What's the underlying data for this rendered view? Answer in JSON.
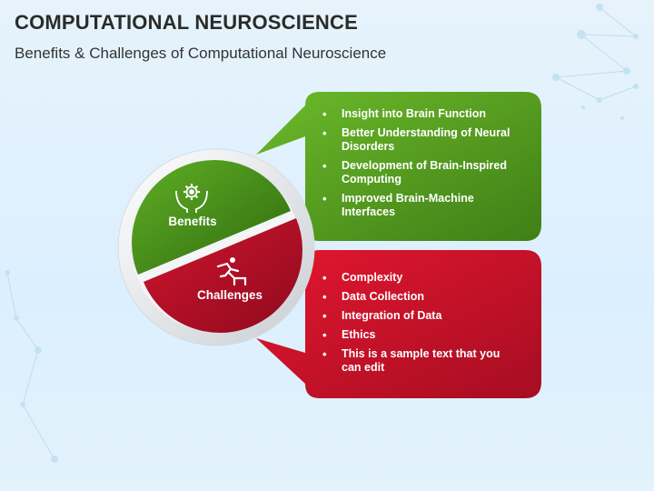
{
  "header": {
    "title": "COMPUTATIONAL NEUROSCIENCE",
    "subtitle": "Benefits & Challenges of Computational Neuroscience"
  },
  "circle": {
    "benefits_label": "Benefits",
    "challenges_label": "Challenges",
    "benefits_icon": "gear-in-hands-icon",
    "challenges_icon": "hurdle-jumper-icon"
  },
  "benefits": {
    "color": "#4e9a1e",
    "items": [
      "Insight into Brain Function",
      "Better Understanding of Neural Disorders",
      "Development of Brain-Inspired Computing",
      "Improved Brain-Machine Interfaces"
    ]
  },
  "challenges": {
    "color": "#c8102e",
    "items": [
      "Complexity",
      "Data Collection",
      "Integration of Data",
      "Ethics",
      "This is a sample text that you can edit"
    ]
  }
}
